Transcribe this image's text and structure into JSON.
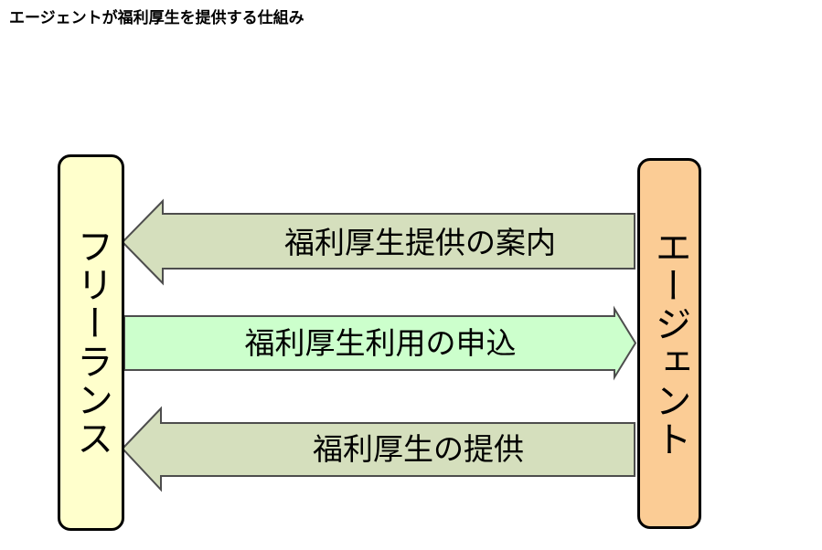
{
  "title": "エージェントが福利厚生を提供する仕組み",
  "colors": {
    "left_box_fill": "#FFFFCC",
    "right_box_fill": "#FBCC95",
    "arrow_sage_fill": "#D5DFBD",
    "arrow_mint_fill": "#CCFFCC",
    "outline": "#000000",
    "arrow_outline": "#4D4D4D",
    "background": "#FFFFFF"
  },
  "actors": {
    "left": {
      "label": "フリーランス",
      "fill": "#FFFFCC"
    },
    "right": {
      "label": "エージェント",
      "fill": "#FBCC95"
    }
  },
  "flows": [
    {
      "label": "福利厚生提供の案内",
      "direction": "right-to-left",
      "from": "エージェント",
      "to": "フリーランス",
      "fill": "#D5DFBD"
    },
    {
      "label": "福利厚生利用の申込",
      "direction": "left-to-right",
      "from": "フリーランス",
      "to": "エージェント",
      "fill": "#CCFFCC"
    },
    {
      "label": "福利厚生の提供",
      "direction": "right-to-left",
      "from": "エージェント",
      "to": "フリーランス",
      "fill": "#D5DFBD"
    }
  ]
}
